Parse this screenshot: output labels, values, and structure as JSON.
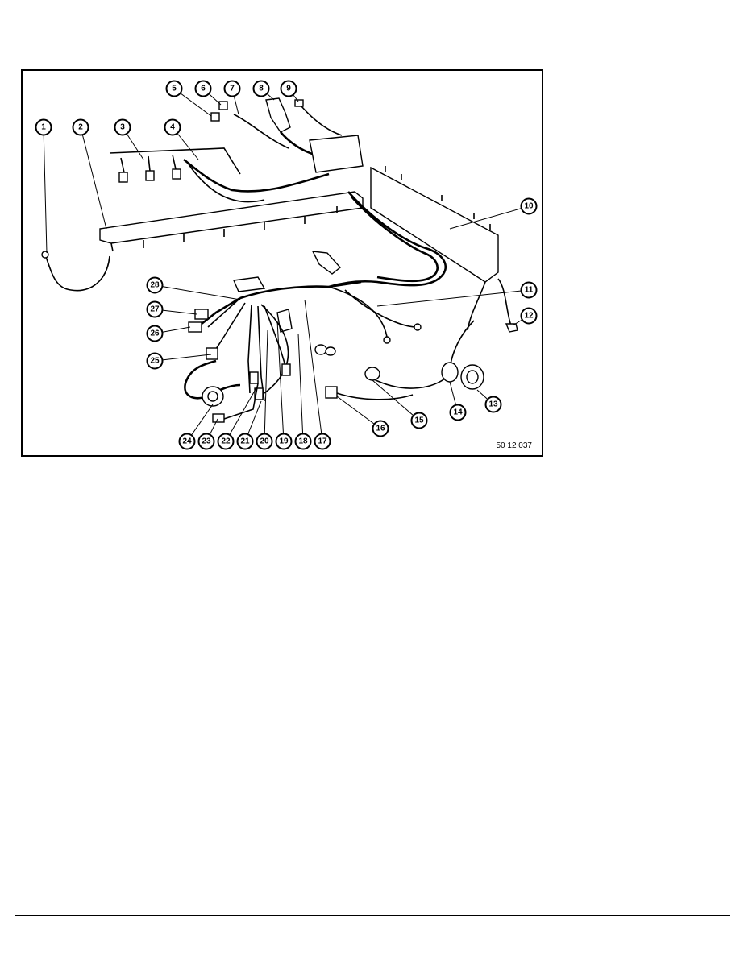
{
  "figure": {
    "code": "50 12 037",
    "callouts": [
      "1",
      "2",
      "3",
      "4",
      "5",
      "6",
      "7",
      "8",
      "9",
      "10",
      "11",
      "12",
      "13",
      "14",
      "15",
      "16",
      "17",
      "18",
      "19",
      "20",
      "21",
      "22",
      "23",
      "24",
      "25",
      "26",
      "27",
      "28"
    ]
  }
}
